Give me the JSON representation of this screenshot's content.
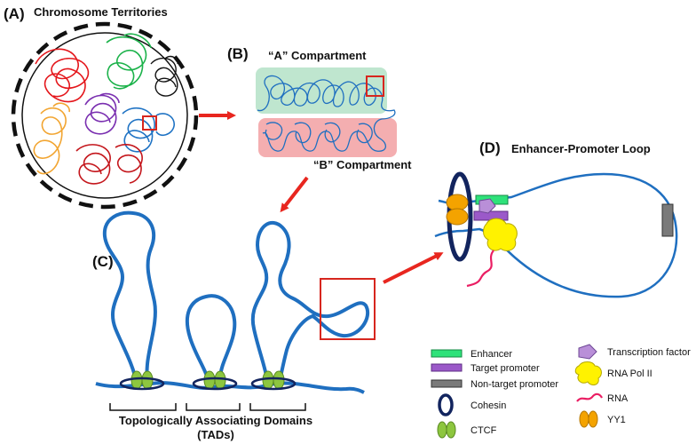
{
  "panels": {
    "a": {
      "letter": "(A)",
      "title": "Chromosome Territories"
    },
    "b": {
      "letter": "(B)",
      "compartment_a": "“A” Compartment",
      "compartment_b": "“B” Compartment"
    },
    "c": {
      "letter": "(C)",
      "caption_line1": "Topologically Associating Domains",
      "caption_line2": "(TADs)"
    },
    "d": {
      "letter": "(D)",
      "title": "Enhancer-Promoter Loop"
    }
  },
  "legend": {
    "enhancer": "Enhancer",
    "target_promoter": "Target promoter",
    "non_target_promoter": "Non-target promoter",
    "cohesin": "Cohesin",
    "ctcf": "CTCF",
    "transcription_factor": "Transcription factor",
    "rna_pol": "RNA Pol II",
    "rna": "RNA",
    "yy1": "YY1"
  },
  "colors": {
    "chromatin": "#1f6fc0",
    "arrow": "#e8261f",
    "highlight_box": "#d7261e",
    "compartment_a_bg": "#bfe6cf",
    "compartment_b_bg": "#f4aeb0",
    "enhancer": "#2ee27a",
    "target_promoter": "#9b59c9",
    "non_target_promoter": "#7a7a7a",
    "cohesin": "#12245e",
    "ctcf": "#8dc63f",
    "transcription_factor": "#b98fd8",
    "rna_pol": "#fff200",
    "rna": "#ea1e63",
    "yy1": "#f4a300",
    "territory_colors": [
      "#e4161b",
      "#1bb24a",
      "#111111",
      "#7a2fb0",
      "#f2a531",
      "#1f73c4",
      "#c4161c"
    ]
  }
}
